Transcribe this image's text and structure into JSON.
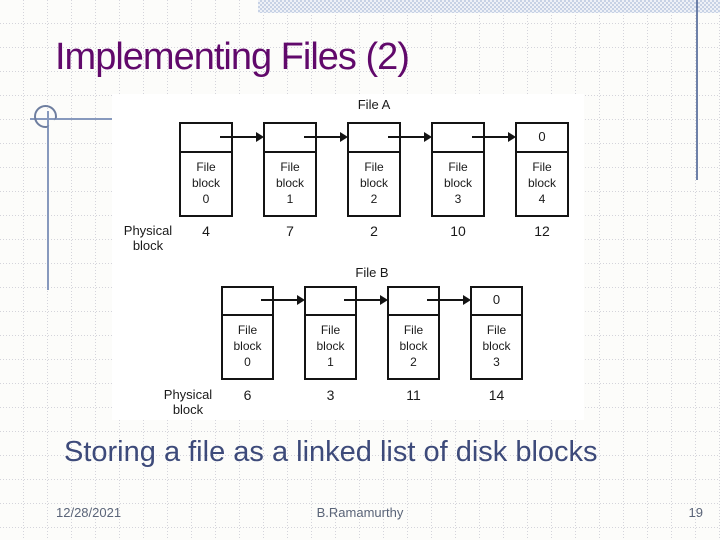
{
  "slide": {
    "title": "Implementing Files (2)",
    "caption": "Storing a file as a linked list of disk blocks",
    "footer": {
      "date": "12/28/2021",
      "author": "B.Ramamurthy",
      "page": "19"
    }
  },
  "diagram": {
    "physical_label_lines": [
      "Physical",
      "block"
    ],
    "block_word_lines": [
      "File",
      "block"
    ],
    "end_marker": "0",
    "lists": [
      {
        "title": "File A",
        "block_numbers": [
          "0",
          "1",
          "2",
          "3",
          "4"
        ],
        "physical_blocks": [
          "4",
          "7",
          "2",
          "10",
          "12"
        ]
      },
      {
        "title": "File B",
        "block_numbers": [
          "0",
          "1",
          "2",
          "3"
        ],
        "physical_blocks": [
          "6",
          "3",
          "11",
          "14"
        ]
      }
    ]
  },
  "colors": {
    "title": "#61096b",
    "caption": "#3d4a7a",
    "footer": "#5a6478",
    "accent_band": "#c7d2e5",
    "ornament": "#8799bd",
    "diagram_ink": "#141414"
  }
}
